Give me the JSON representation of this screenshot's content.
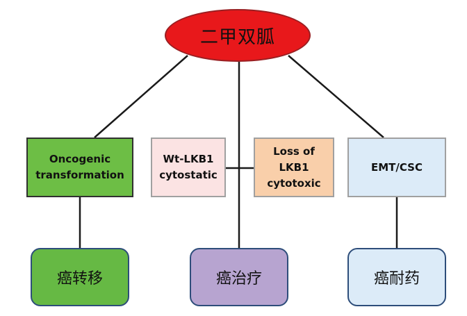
{
  "diagram": {
    "root": {
      "label": "二甲双胍",
      "color": "#e8181b"
    },
    "mechanisms": [
      {
        "label": "Oncogenic\ntransformation",
        "color": "#6dbe45"
      },
      {
        "label": "Wt-LKB1\ncytostatic",
        "color": "#fbe3e3"
      },
      {
        "label": "Loss of\nLKB1\ncytotoxic",
        "color": "#f9cfaa"
      },
      {
        "label": "EMT/CSC",
        "color": "#dcebf8"
      }
    ],
    "outcomes": [
      {
        "label": "癌转移",
        "color": "#66b944"
      },
      {
        "label": "癌治疗",
        "color": "#b7a4d0"
      },
      {
        "label": "癌耐药",
        "color": "#dcebf8"
      }
    ],
    "line_color": "#1a1a1a"
  }
}
